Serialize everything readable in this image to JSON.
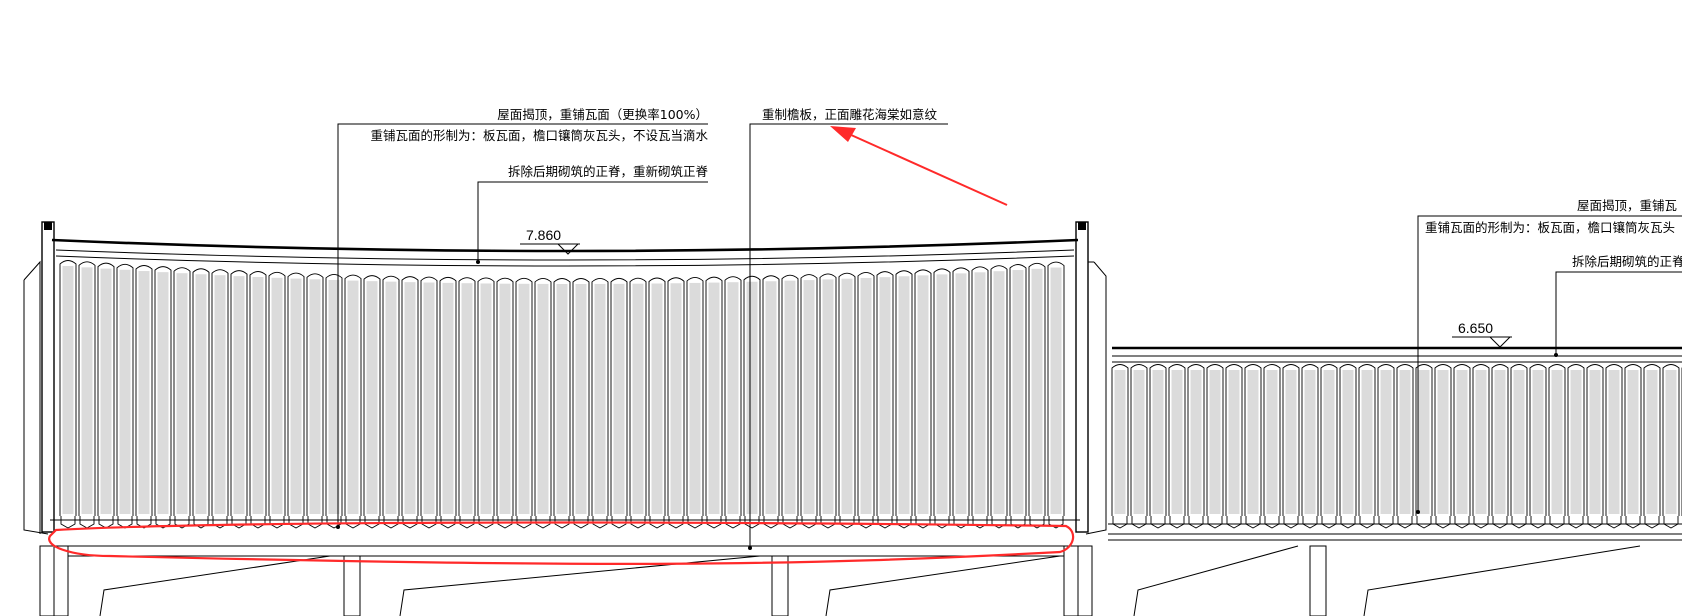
{
  "drawing": {
    "left_elevation": {
      "level": "7.860",
      "note_roof_line1": "屋面揭顶，重铺瓦面（更换率100%）",
      "note_roof_line2": "重铺瓦面的形制为：板瓦面，檐口镶筒灰瓦头，不设瓦当滴水",
      "note_ridge": "拆除后期砌筑的正脊，重新砌筑正脊",
      "note_eave_board": "重制檐板，正面雕花海棠如意纹"
    },
    "right_elevation": {
      "level": "6.650",
      "note_roof_line1": "屋面揭顶，重铺瓦",
      "note_roof_line2": "重铺瓦面的形制为：板瓦面，檐口镶筒灰瓦头",
      "note_ridge": "拆除后期砌筑的正脊"
    },
    "markup": {
      "arrow_color": "#ff2a2a",
      "highlight_color": "#ff2a2a"
    }
  }
}
